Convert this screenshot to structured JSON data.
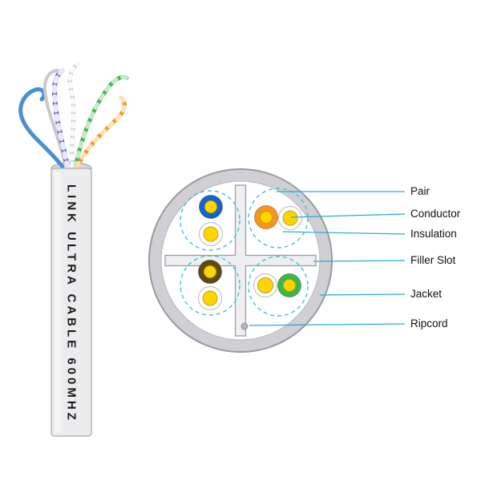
{
  "title": "UTP LAN cable construction diagram",
  "cable": {
    "jacket_text": "LINK ULTRA CABLE 600MHZ"
  },
  "labels": {
    "pair": "Pair",
    "conductor": "Conductor",
    "insulation": "Insulation",
    "filler_slot": "Filler Slot",
    "jacket": "Jacket",
    "ripcord": "Ripcord"
  },
  "cross_section": {
    "pairs": [
      {
        "position": "top-left",
        "orientation": "vertical",
        "conductors": [
          "blue",
          "white"
        ]
      },
      {
        "position": "top-right",
        "orientation": "horizontal",
        "conductors": [
          "orange",
          "white"
        ]
      },
      {
        "position": "bottom-left",
        "orientation": "vertical",
        "conductors": [
          "brown",
          "white"
        ]
      },
      {
        "position": "bottom-right",
        "orientation": "horizontal",
        "conductors": [
          "white",
          "green"
        ]
      }
    ]
  },
  "colors": {
    "leader": "#2aa9d8",
    "pair_dash": "#3fc2d8",
    "copper": "#ffd400",
    "blue": "#1565c8",
    "orange": "#f7941d",
    "green": "#3cb54a",
    "brown": "#5f4a0e",
    "white_ins": "#ffffff",
    "jacket_fill": "#cfcfd4",
    "inner_fill": "#ffffff",
    "filler_fill": "#efeff2",
    "ripcord_fill": "#b5b5ba",
    "wire_blue": "#4a8fd4",
    "wire_purple": "#6a63c8",
    "wire_orange": "#f7941d",
    "wire_green": "#3cb54a",
    "wire_gray": "#c9c9cd",
    "wire_white": "#e8e8ea"
  }
}
